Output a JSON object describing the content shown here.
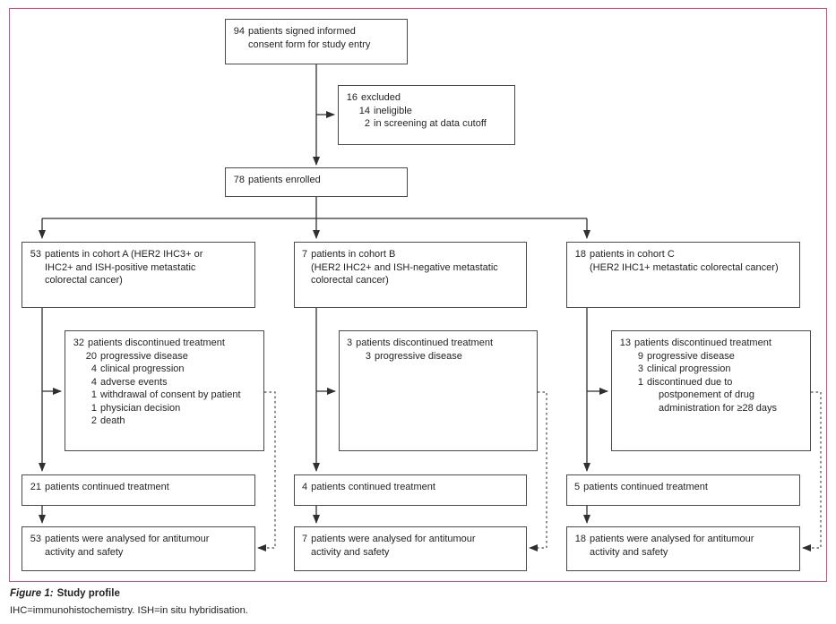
{
  "figure": {
    "caption_label": "Figure 1:",
    "caption_title": "Study profile",
    "footnote": "IHC=immunohistochemistry. ISH=in situ hybridisation."
  },
  "colors": {
    "frame_border": "#c9517b",
    "box_border": "#4a4a4a",
    "connector_line": "#2f2f2f",
    "text": "#231f20"
  },
  "boxes": {
    "consent": {
      "lines": [
        {
          "num": "94",
          "text": "patients signed informed\nconsent form for study entry"
        }
      ]
    },
    "excluded": {
      "lines": [
        {
          "num": "16",
          "text": "excluded"
        },
        {
          "num": "14",
          "text": "ineligible"
        },
        {
          "num": "2",
          "text": "in screening at data cutoff"
        }
      ]
    },
    "enrolled": {
      "lines": [
        {
          "num": "78",
          "text": "patients enrolled"
        }
      ]
    },
    "cohort_a": {
      "lines": [
        {
          "num": "53",
          "text": "patients in cohort A (HER2 IHC3+ or\nIHC2+ and ISH-positive metastatic\ncolorectal cancer)"
        }
      ]
    },
    "cohort_b": {
      "lines": [
        {
          "num": "7",
          "text": "patients in cohort B\n(HER2 IHC2+ and ISH-negative metastatic\ncolorectal cancer)"
        }
      ]
    },
    "cohort_c": {
      "lines": [
        {
          "num": "18",
          "text": "patients in cohort C\n(HER2 IHC1+ metastatic colorectal cancer)"
        }
      ]
    },
    "disc_a": {
      "lines": [
        {
          "num": "32",
          "text": "patients discontinued treatment"
        },
        {
          "num": "20",
          "text": "progressive disease"
        },
        {
          "num": "4",
          "text": "clinical progression"
        },
        {
          "num": "4",
          "text": "adverse events"
        },
        {
          "num": "1",
          "text": "withdrawal of consent by patient"
        },
        {
          "num": "1",
          "text": "physician decision"
        },
        {
          "num": "2",
          "text": "death"
        }
      ]
    },
    "disc_b": {
      "lines": [
        {
          "num": "3",
          "text": "patients discontinued treatment"
        },
        {
          "num": "3",
          "text": "progressive disease"
        }
      ]
    },
    "disc_c": {
      "lines": [
        {
          "num": "13",
          "text": "patients discontinued treatment"
        },
        {
          "num": "9",
          "text": "progressive disease"
        },
        {
          "num": "3",
          "text": "clinical progression"
        },
        {
          "num": "1",
          "text": "discontinued due to"
        },
        {
          "text": "postponement of drug"
        },
        {
          "text": "administration for ≥28 days"
        }
      ]
    },
    "cont_a": {
      "lines": [
        {
          "num": "21",
          "text": "patients continued treatment"
        }
      ]
    },
    "cont_b": {
      "lines": [
        {
          "num": "4",
          "text": "patients continued treatment"
        }
      ]
    },
    "cont_c": {
      "lines": [
        {
          "num": "5",
          "text": "patients continued treatment"
        }
      ]
    },
    "analysed_a": {
      "lines": [
        {
          "num": "53",
          "text": "patients were analysed for antitumour\nactivity and safety"
        }
      ]
    },
    "analysed_b": {
      "lines": [
        {
          "num": "7",
          "text": "patients were analysed for antitumour\nactivity and safety"
        }
      ]
    },
    "analysed_c": {
      "lines": [
        {
          "num": "18",
          "text": "patients were analysed for antitumour\nactivity and safety"
        }
      ]
    }
  }
}
